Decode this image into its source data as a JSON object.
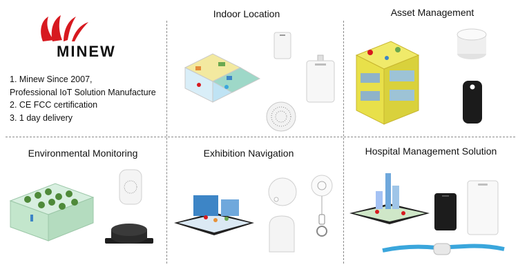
{
  "brand": {
    "name": "MINEW",
    "brand_color": "#d7191f"
  },
  "features": [
    "1. Minew Since 2007,",
    "Professional IoT Solution Manufacture",
    "2. CE FCC certification",
    "3. 1 day delivery"
  ],
  "sections": {
    "indoor_location": "Indoor Location",
    "asset_management": "Asset Management",
    "environmental_monitoring": "Environmental Monitoring",
    "exhibition_navigation": "Exhibition Navigation",
    "hospital_management": "Hospital Management Solution"
  },
  "colors": {
    "divider": "#8a8a8a",
    "building_yellow": "#e8e04a",
    "tablet": "#222222",
    "wristband": "#3aa6dc",
    "greenhouse": "#8ccf8a"
  }
}
